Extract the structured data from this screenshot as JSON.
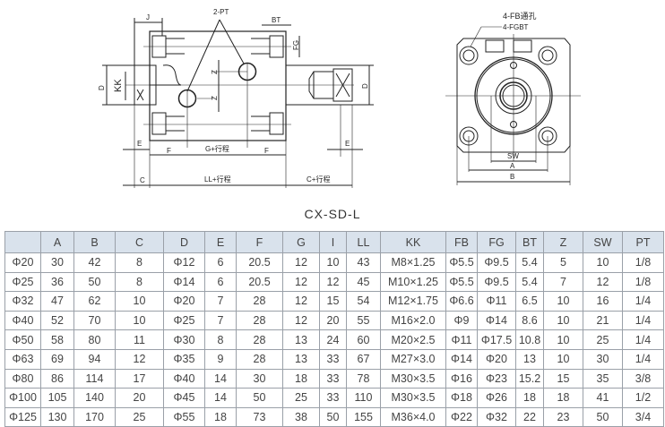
{
  "drawing": {
    "side_labels": {
      "pt": "2-PT",
      "j": "J",
      "bt": "BT",
      "fg": "FG",
      "d_left": "D",
      "kk": "KK",
      "d_right": "D",
      "z1": "Z",
      "z2": "Z",
      "e_left": "E",
      "e_right": "E",
      "f_left": "F",
      "g": "G+行程",
      "f_right": "F",
      "c": "C",
      "ll": "LL+行程",
      "c_stroke": "C+行程"
    },
    "front_labels": {
      "fb": "4-FB通孔",
      "fgbt": "4-FGBT",
      "sw": "SW",
      "a": "A",
      "b": "B"
    }
  },
  "title": "CX-SD-L",
  "table": {
    "headers": [
      "",
      "A",
      "B",
      "C",
      "D",
      "E",
      "F",
      "G",
      "I",
      "LL",
      "KK",
      "FB",
      "FG",
      "BT",
      "Z",
      "SW",
      "PT"
    ],
    "rows": [
      [
        "Φ20",
        "30",
        "42",
        "8",
        "Φ12",
        "6",
        "20.5",
        "12",
        "10",
        "43",
        "M8×1.25",
        "Φ5.5",
        "Φ9.5",
        "5.4",
        "5",
        "10",
        "1/8"
      ],
      [
        "Φ25",
        "36",
        "50",
        "8",
        "Φ14",
        "6",
        "20.5",
        "12",
        "12",
        "45",
        "M10×1.25",
        "Φ5.5",
        "Φ9.5",
        "5.4",
        "7",
        "12",
        "1/8"
      ],
      [
        "Φ32",
        "47",
        "62",
        "10",
        "Φ20",
        "7",
        "28",
        "12",
        "15",
        "54",
        "M12×1.75",
        "Φ6.6",
        "Φ11",
        "6.5",
        "10",
        "16",
        "1/4"
      ],
      [
        "Φ40",
        "52",
        "70",
        "10",
        "Φ25",
        "7",
        "28",
        "12",
        "20",
        "55",
        "M16×2.0",
        "Φ9",
        "Φ14",
        "8.6",
        "10",
        "21",
        "1/4"
      ],
      [
        "Φ50",
        "58",
        "80",
        "11",
        "Φ30",
        "8",
        "28",
        "13",
        "24",
        "60",
        "M20×2.5",
        "Φ11",
        "Φ17.5",
        "10.8",
        "10",
        "25",
        "1/4"
      ],
      [
        "Φ63",
        "69",
        "94",
        "12",
        "Φ35",
        "9",
        "28",
        "13",
        "33",
        "67",
        "M27×3.0",
        "Φ14",
        "Φ20",
        "13",
        "10",
        "30",
        "1/4"
      ],
      [
        "Φ80",
        "86",
        "114",
        "17",
        "Φ40",
        "14",
        "30",
        "18",
        "33",
        "78",
        "M30×3.5",
        "Φ16",
        "Φ23",
        "15.2",
        "15",
        "35",
        "3/8"
      ],
      [
        "Φ100",
        "105",
        "140",
        "20",
        "Φ45",
        "14",
        "50",
        "25",
        "33",
        "110",
        "M30×3.5",
        "Φ18",
        "Φ26",
        "18",
        "18",
        "41",
        "1/2"
      ],
      [
        "Φ125",
        "130",
        "170",
        "25",
        "Φ55",
        "18",
        "73",
        "38",
        "50",
        "155",
        "M36×4.0",
        "Φ22",
        "Φ32",
        "22",
        "23",
        "50",
        "3/4"
      ]
    ]
  }
}
